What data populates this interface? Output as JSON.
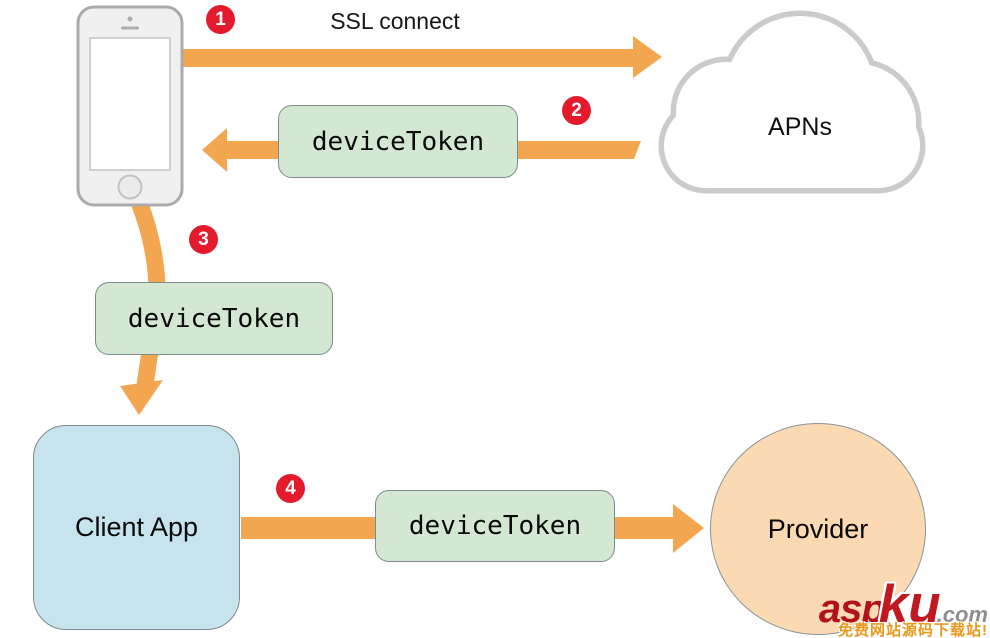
{
  "diagram": {
    "ssl_label": "SSL connect",
    "apns_label": "APNs",
    "client_app_label": "Client App",
    "provider_label": "Provider",
    "device_token_label": "deviceToken",
    "steps": [
      "1",
      "2",
      "3",
      "4"
    ],
    "colors": {
      "arrow_orange": "#F1A64F",
      "badge_red": "#E31B2D",
      "token_box_green": "#D4E7D2",
      "client_app_blue": "#C7E3EE",
      "provider_peach": "#FAD9B3",
      "cloud_gray": "#CBCBCB",
      "box_border_gray": "#7D8B8C"
    }
  },
  "watermark": {
    "brand_asp": "asp",
    "brand_ku": "ku",
    "brand_tld": ".com",
    "tagline": "免费网站源码下载站!"
  }
}
